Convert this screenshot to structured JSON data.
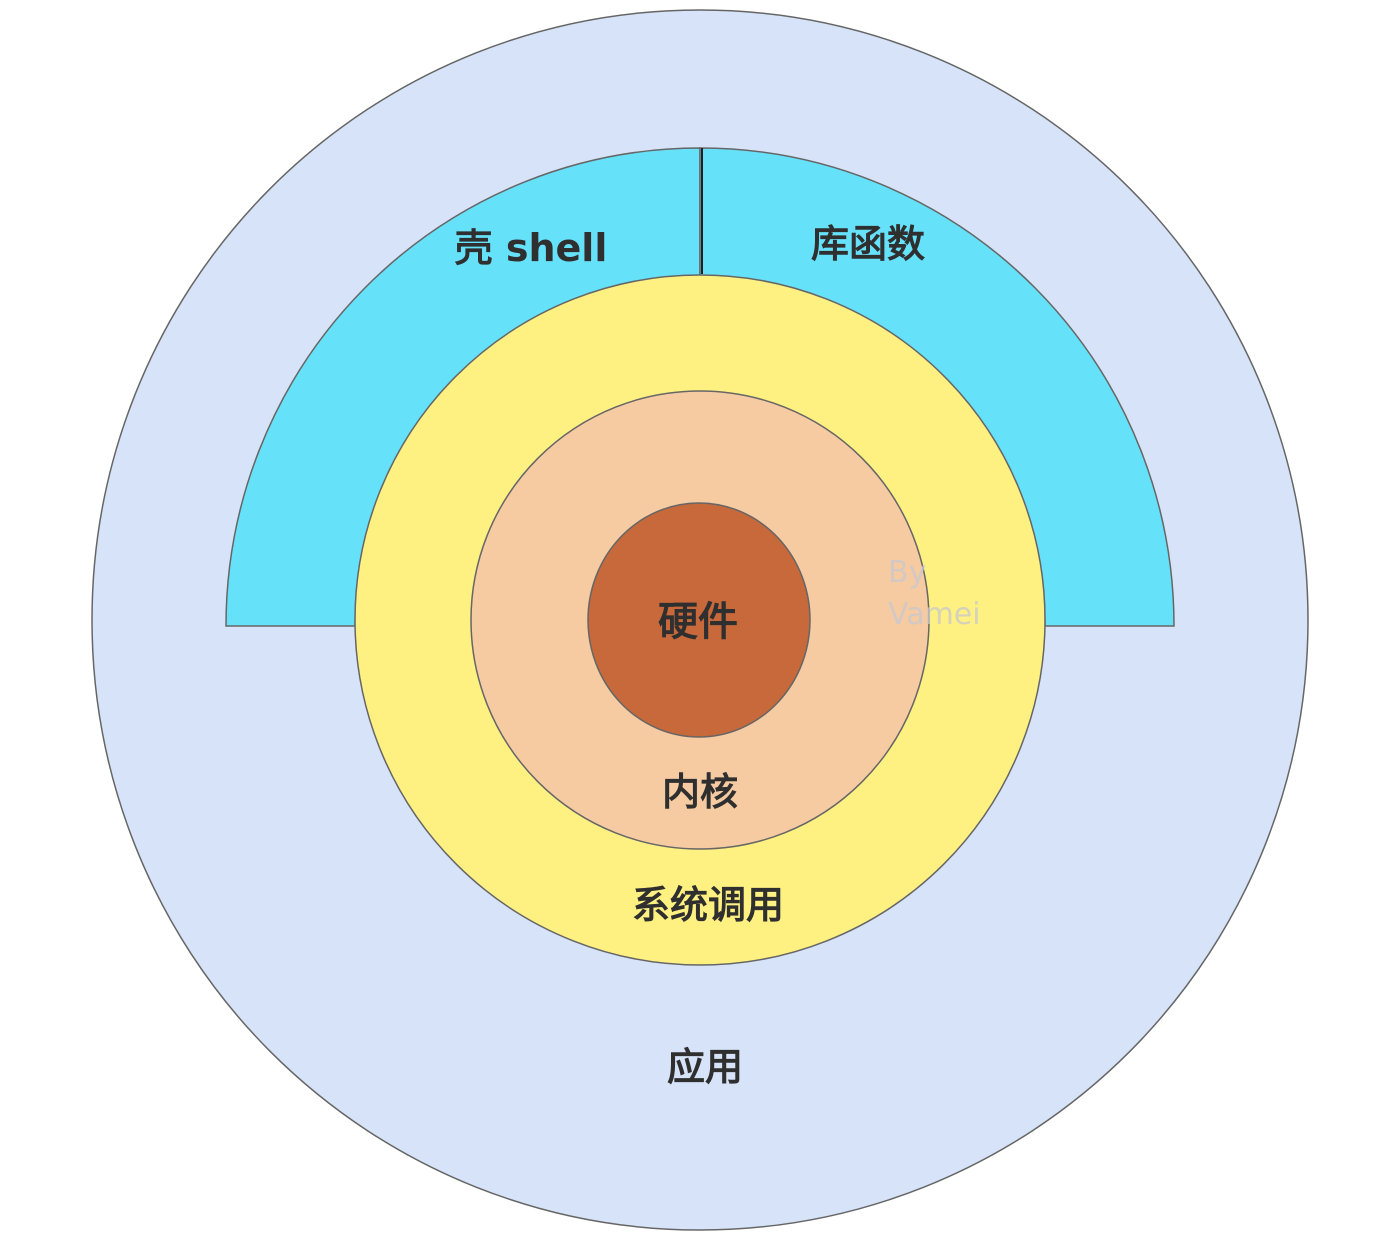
{
  "diagram": {
    "layers": {
      "application": {
        "label": "应用",
        "color": "#d6e3f8"
      },
      "shell": {
        "label": "壳 shell",
        "color": "#66e1fa"
      },
      "library": {
        "label": "库函数",
        "color": "#66e1fa"
      },
      "syscall": {
        "label": "系统调用",
        "color": "#fef081"
      },
      "kernel": {
        "label": "内核",
        "color": "#f6cba2"
      },
      "hardware": {
        "label": "硬件",
        "color": "#c7693a"
      }
    },
    "watermark": {
      "line1": "By",
      "line2": "Vamei"
    },
    "stroke_color": "#666666"
  }
}
